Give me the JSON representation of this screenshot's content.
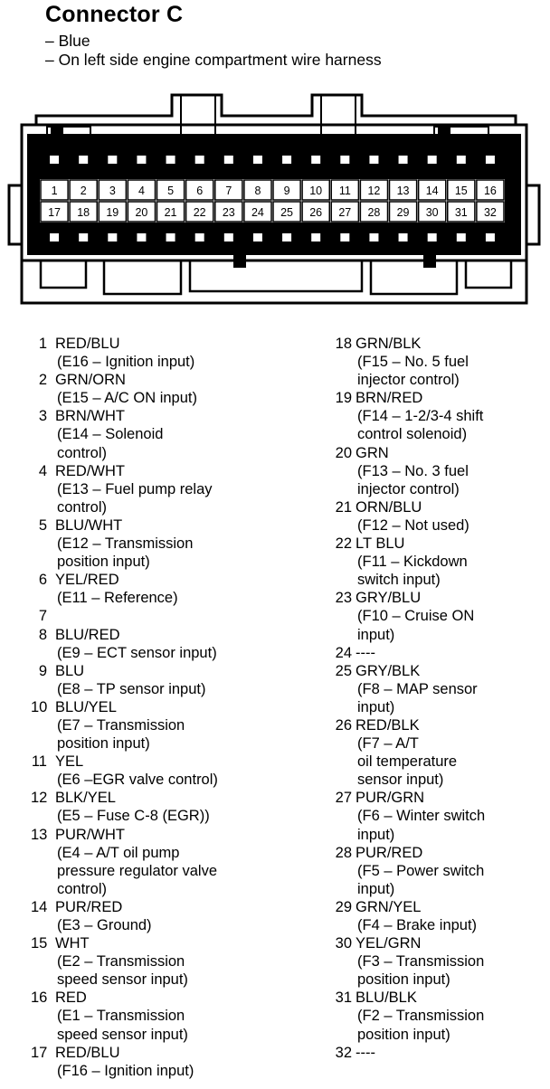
{
  "header": {
    "title": "Connector C",
    "lines": [
      "– Blue",
      "– On left side engine compartment wire harness"
    ]
  },
  "connector": {
    "pins_top": [
      "1",
      "2",
      "3",
      "4",
      "5",
      "6",
      "7",
      "8",
      "9",
      "10",
      "11",
      "12",
      "13",
      "14",
      "15",
      "16"
    ],
    "pins_bottom": [
      "17",
      "18",
      "19",
      "20",
      "21",
      "22",
      "23",
      "24",
      "25",
      "26",
      "27",
      "28",
      "29",
      "30",
      "31",
      "32"
    ]
  },
  "pins_left": [
    {
      "num": "1",
      "lines": [
        "RED/BLU",
        "(E16 – Ignition input)"
      ]
    },
    {
      "num": "2",
      "lines": [
        "GRN/ORN",
        "(E15 – A/C ON input)"
      ]
    },
    {
      "num": "3",
      "lines": [
        "BRN/WHT",
        "(E14 – Solenoid",
        "control)"
      ]
    },
    {
      "num": "4",
      "lines": [
        "RED/WHT",
        "(E13 – Fuel pump relay",
        "control)"
      ]
    },
    {
      "num": "5",
      "lines": [
        "BLU/WHT",
        "(E12 – Transmission",
        "position input)"
      ]
    },
    {
      "num": "6",
      "lines": [
        "YEL/RED",
        "(E11 – Reference)"
      ]
    },
    {
      "num": "7",
      "lines": [
        ""
      ]
    },
    {
      "num": "8",
      "lines": [
        "BLU/RED",
        "(E9 – ECT sensor input)"
      ]
    },
    {
      "num": "9",
      "lines": [
        "BLU",
        "(E8 – TP sensor input)"
      ]
    },
    {
      "num": "10",
      "lines": [
        "BLU/YEL",
        "(E7 – Transmission",
        "position input)"
      ]
    },
    {
      "num": "11",
      "lines": [
        "YEL",
        "(E6 –EGR valve control)"
      ]
    },
    {
      "num": "12",
      "lines": [
        "BLK/YEL",
        "(E5 – Fuse C-8 (EGR))"
      ]
    },
    {
      "num": "13",
      "lines": [
        "PUR/WHT",
        "(E4 – A/T oil pump",
        "pressure regulator valve",
        "control)"
      ]
    },
    {
      "num": "14",
      "lines": [
        "PUR/RED",
        "(E3 – Ground)"
      ]
    },
    {
      "num": "15",
      "lines": [
        "WHT",
        "(E2 – Transmission",
        "speed sensor input)"
      ]
    },
    {
      "num": "16",
      "lines": [
        "RED",
        "(E1 – Transmission",
        "speed sensor input)"
      ]
    },
    {
      "num": "17",
      "lines": [
        "RED/BLU",
        "(F16 – Ignition input)"
      ]
    }
  ],
  "pins_right": [
    {
      "num": "18",
      "lines": [
        "GRN/BLK",
        "(F15 – No. 5 fuel",
        "injector control)"
      ]
    },
    {
      "num": "19",
      "lines": [
        "BRN/RED",
        "(F14 – 1-2/3-4 shift",
        "control solenoid)"
      ]
    },
    {
      "num": "20",
      "lines": [
        "GRN",
        "(F13 – No. 3 fuel",
        "injector control)"
      ]
    },
    {
      "num": "21",
      "lines": [
        "ORN/BLU",
        "(F12 – Not used)"
      ]
    },
    {
      "num": "22",
      "lines": [
        "LT BLU",
        "(F11 – Kickdown",
        "switch input)"
      ]
    },
    {
      "num": "23",
      "lines": [
        "GRY/BLU",
        "(F10 – Cruise ON",
        "input)"
      ]
    },
    {
      "num": "24",
      "lines": [
        "----"
      ]
    },
    {
      "num": "25",
      "lines": [
        "GRY/BLK",
        "(F8 – MAP sensor",
        "input)"
      ]
    },
    {
      "num": "26",
      "lines": [
        "RED/BLK",
        "(F7 – A/T",
        "oil temperature",
        "sensor input)"
      ]
    },
    {
      "num": "27",
      "lines": [
        "PUR/GRN",
        "(F6 – Winter switch",
        "input)"
      ]
    },
    {
      "num": "28",
      "lines": [
        "PUR/RED",
        "(F5 – Power switch",
        "input)"
      ]
    },
    {
      "num": "29",
      "lines": [
        "GRN/YEL",
        "(F4 – Brake input)"
      ]
    },
    {
      "num": "30",
      "lines": [
        "YEL/GRN",
        "(F3 – Transmission",
        "position input)"
      ]
    },
    {
      "num": "31",
      "lines": [
        "BLU/BLK",
        "(F2 – Transmission",
        "position input)"
      ]
    },
    {
      "num": "32",
      "lines": [
        "----"
      ]
    }
  ]
}
